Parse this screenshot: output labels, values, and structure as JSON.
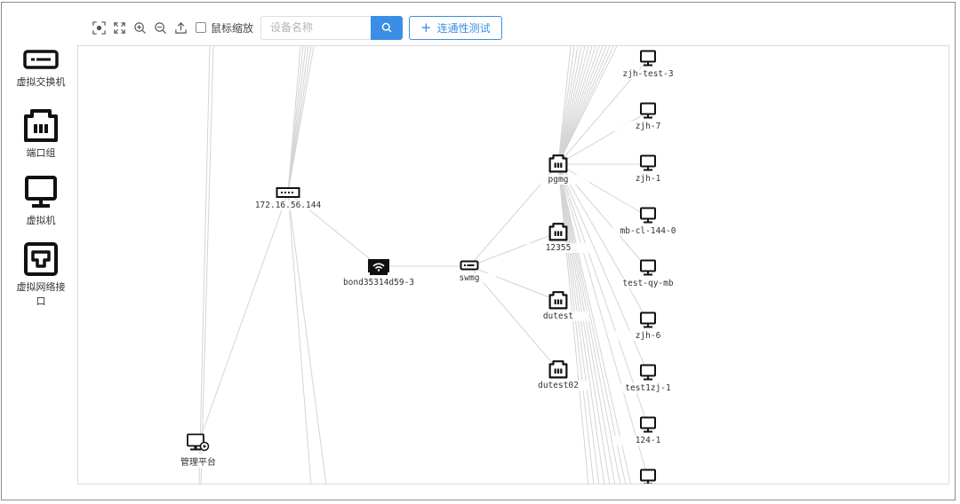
{
  "toolbar": {
    "icons": [
      "focus-icon",
      "fullscreen-icon",
      "zoom-in-icon",
      "zoom-out-icon",
      "upload-icon"
    ],
    "mouse_zoom_label": "鼠标缩放",
    "mouse_zoom_checked": false,
    "search_placeholder": "设备名称",
    "search_value": "",
    "connectivity_test_label": "连通性测试"
  },
  "palette": {
    "items": [
      {
        "label": "虚拟交换机",
        "icon": "virtual-switch-icon"
      },
      {
        "label": "端口组",
        "icon": "port-group-icon"
      },
      {
        "label": "虚拟机",
        "icon": "virtual-machine-icon"
      },
      {
        "label": "虚拟网络接口",
        "icon": "virtual-nic-icon"
      }
    ]
  },
  "topology": {
    "host": {
      "label": "172.16.56.144"
    },
    "bond": {
      "label": "bond35314d59-3"
    },
    "switch": {
      "label": "swmg"
    },
    "port_groups": [
      {
        "label": "pgmg"
      },
      {
        "label": "12355"
      },
      {
        "label": "dutest"
      },
      {
        "label": "dutest02"
      }
    ],
    "vms": [
      {
        "label": "zjh-test-3"
      },
      {
        "label": "zjh-7"
      },
      {
        "label": "zjh-1"
      },
      {
        "label": "mb-cl-144-0"
      },
      {
        "label": "test-qy-mb"
      },
      {
        "label": "zjh-6"
      },
      {
        "label": "test1zj-1"
      },
      {
        "label": "124-1"
      },
      {
        "label": ""
      }
    ],
    "management": {
      "label": "管理平台"
    }
  },
  "colors": {
    "accent": "#3a8ee6",
    "link": "#d4d4d4",
    "icon": "#111111"
  }
}
